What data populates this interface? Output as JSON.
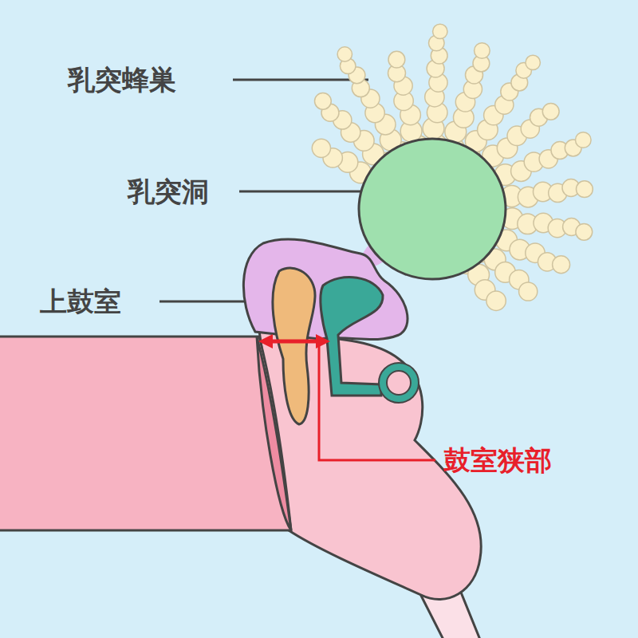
{
  "diagram": {
    "labels": [
      "乳突蜂巣",
      "乳突洞",
      "上鼓室",
      "鼓室狭部"
    ]
  }
}
